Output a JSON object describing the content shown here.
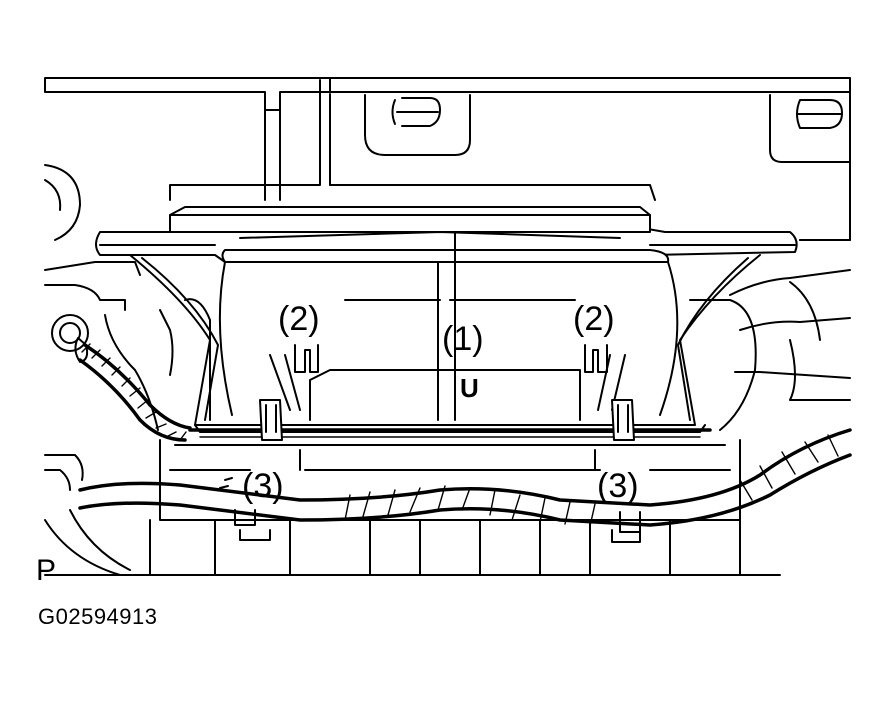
{
  "callouts": {
    "item1": "(1)",
    "item2_left": "(2)",
    "item2_right": "(2)",
    "item3_left": "(3)",
    "item3_right": "(3)",
    "mark_u": "U"
  },
  "view_letter": "P",
  "figure_id": "G02594913"
}
